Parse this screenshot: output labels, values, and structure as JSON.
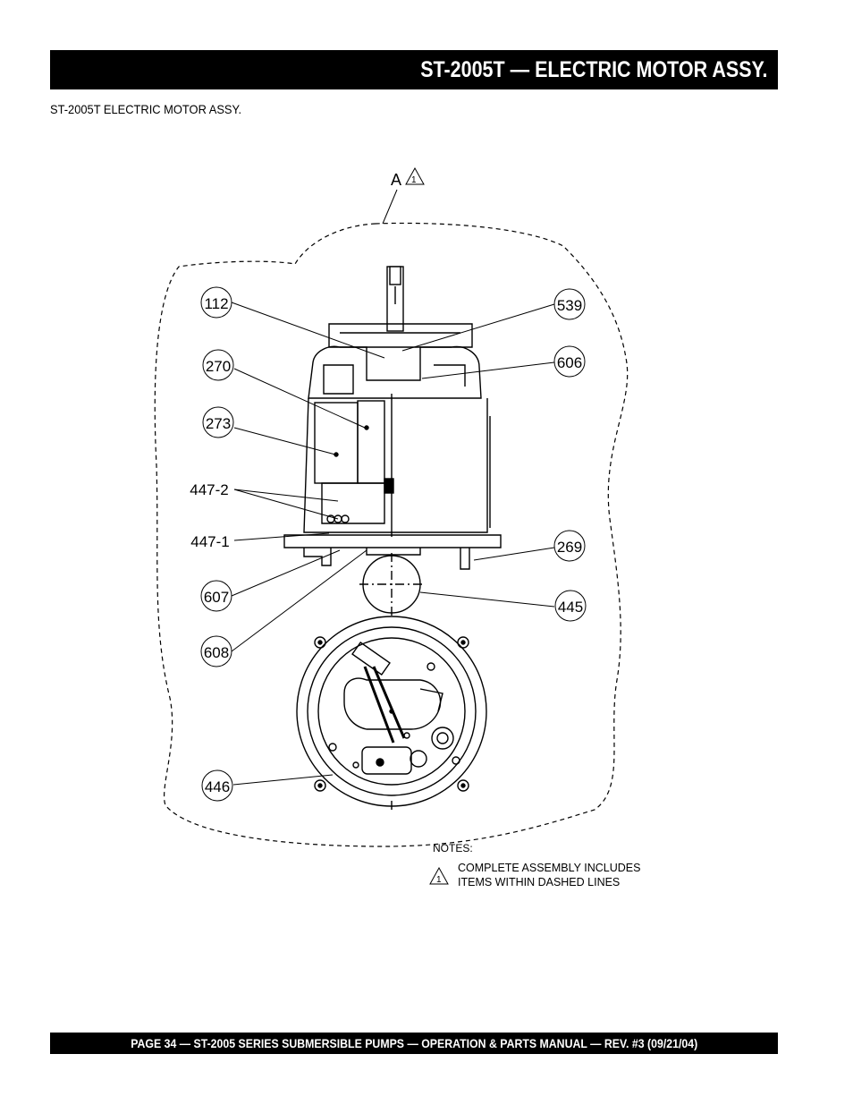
{
  "header": {
    "title": "ST-2005T  — ELECTRIC MOTOR ASSY."
  },
  "subtitle": "ST-2005T ELECTRIC MOTOR ASSY.",
  "diagram": {
    "assembly_callout": {
      "letter": "A",
      "note_number": "1"
    },
    "callouts": [
      {
        "label": "112"
      },
      {
        "label": "270"
      },
      {
        "label": "273"
      },
      {
        "label": "447-2"
      },
      {
        "label": "447-1"
      },
      {
        "label": "607"
      },
      {
        "label": "608"
      },
      {
        "label": "446"
      },
      {
        "label": "539"
      },
      {
        "label": "606"
      },
      {
        "label": "269"
      },
      {
        "label": "445"
      }
    ],
    "notes": {
      "heading": "NOTES:",
      "note_number": "1",
      "line1": "COMPLETE ASSEMBLY INCLUDES",
      "line2": "ITEMS WITHIN DASHED LINES"
    }
  },
  "footer": {
    "text": "PAGE 34 — ST-2005 SERIES SUBMERSIBLE PUMPS — OPERATION & PARTS MANUAL — REV. #3 (09/21/04)"
  }
}
